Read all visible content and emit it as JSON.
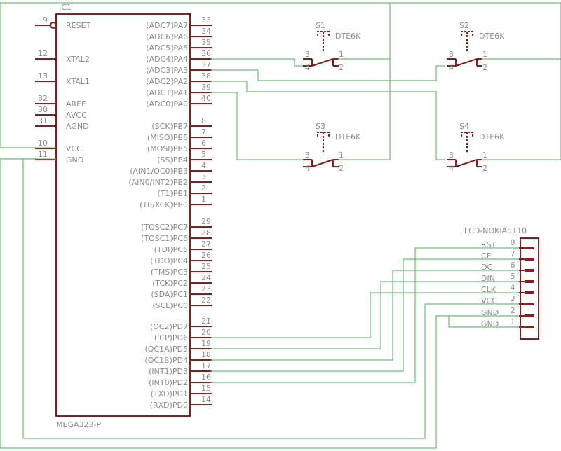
{
  "ic": {
    "ref": "IC1",
    "part": "MEGA323-P",
    "left_pins": [
      {
        "num": "9",
        "name": "RESET"
      },
      {
        "num": "12",
        "name": "XTAL2"
      },
      {
        "num": "13",
        "name": "XTAL1"
      },
      {
        "num": "32",
        "name": "AREF"
      },
      {
        "num": "30",
        "name": "AVCC"
      },
      {
        "num": "31",
        "name": "AGND"
      },
      {
        "num": "10",
        "name": "VCC"
      },
      {
        "num": "11",
        "name": "GND"
      }
    ],
    "right_pins": [
      {
        "num": "33",
        "name": "(ADC7)PA7"
      },
      {
        "num": "34",
        "name": "(ADC6)PA6"
      },
      {
        "num": "35",
        "name": "(ADC5)PA5"
      },
      {
        "num": "36",
        "name": "(ADC4)PA4"
      },
      {
        "num": "37",
        "name": "(ADC3)PA3"
      },
      {
        "num": "38",
        "name": "(ADC2)PA2"
      },
      {
        "num": "39",
        "name": "(ADC1)PA1"
      },
      {
        "num": "40",
        "name": "(ADC0)PA0"
      },
      {
        "num": "8",
        "name": "(SCK)PB7"
      },
      {
        "num": "7",
        "name": "(MISO)PB6"
      },
      {
        "num": "6",
        "name": "(MOSI)PB5"
      },
      {
        "num": "5",
        "name": "(SS)PB4"
      },
      {
        "num": "4",
        "name": "(AIN1/OC0)PB3"
      },
      {
        "num": "3",
        "name": "(AIN0/INT2)PB2"
      },
      {
        "num": "2",
        "name": "(T1)PB1"
      },
      {
        "num": "1",
        "name": "(T0/XCK)PB0"
      },
      {
        "num": "29",
        "name": "(TOSC2)PC7"
      },
      {
        "num": "28",
        "name": "(TOSC1)PC6"
      },
      {
        "num": "27",
        "name": "(TDI)PC5"
      },
      {
        "num": "26",
        "name": "(TDO)PC4"
      },
      {
        "num": "25",
        "name": "(TMS)PC3"
      },
      {
        "num": "24",
        "name": "(TCK)PC2"
      },
      {
        "num": "23",
        "name": "(SDA)PC1"
      },
      {
        "num": "22",
        "name": "(SCL)PC0"
      },
      {
        "num": "21",
        "name": "(OC2)PD7"
      },
      {
        "num": "20",
        "name": "(ICP)PD6"
      },
      {
        "num": "19",
        "name": "(OC1A)PD5"
      },
      {
        "num": "18",
        "name": "(OC1B)PD4"
      },
      {
        "num": "17",
        "name": "(INT1)PD3"
      },
      {
        "num": "16",
        "name": "(INT0)PD2"
      },
      {
        "num": "15",
        "name": "(TXD)PD1"
      },
      {
        "num": "14",
        "name": "(RXD)PD0"
      }
    ]
  },
  "switches": [
    {
      "ref": "S1",
      "value": "DTE6K",
      "pins": [
        "3",
        "1",
        "4",
        "2"
      ]
    },
    {
      "ref": "S2",
      "value": "DTE6K",
      "pins": [
        "3",
        "1",
        "4",
        "2"
      ]
    },
    {
      "ref": "S3",
      "value": "DTE6K",
      "pins": [
        "3",
        "1",
        "4",
        "2"
      ]
    },
    {
      "ref": "S4",
      "value": "DTE6K",
      "pins": [
        "3",
        "1",
        "4",
        "2"
      ]
    }
  ],
  "lcd": {
    "name": "LCD-NOKIA5110",
    "pins": [
      {
        "num": "8",
        "name": "RST"
      },
      {
        "num": "7",
        "name": "CE"
      },
      {
        "num": "6",
        "name": "DC"
      },
      {
        "num": "5",
        "name": "DIN"
      },
      {
        "num": "4",
        "name": "CLK"
      },
      {
        "num": "3",
        "name": "VCC"
      },
      {
        "num": "2",
        "name": "GND"
      },
      {
        "num": "1",
        "name": "GND"
      }
    ]
  },
  "colors": {
    "symbol": "#8b1c1c",
    "wire": "#4caf50",
    "label": "#8c8c8c"
  }
}
